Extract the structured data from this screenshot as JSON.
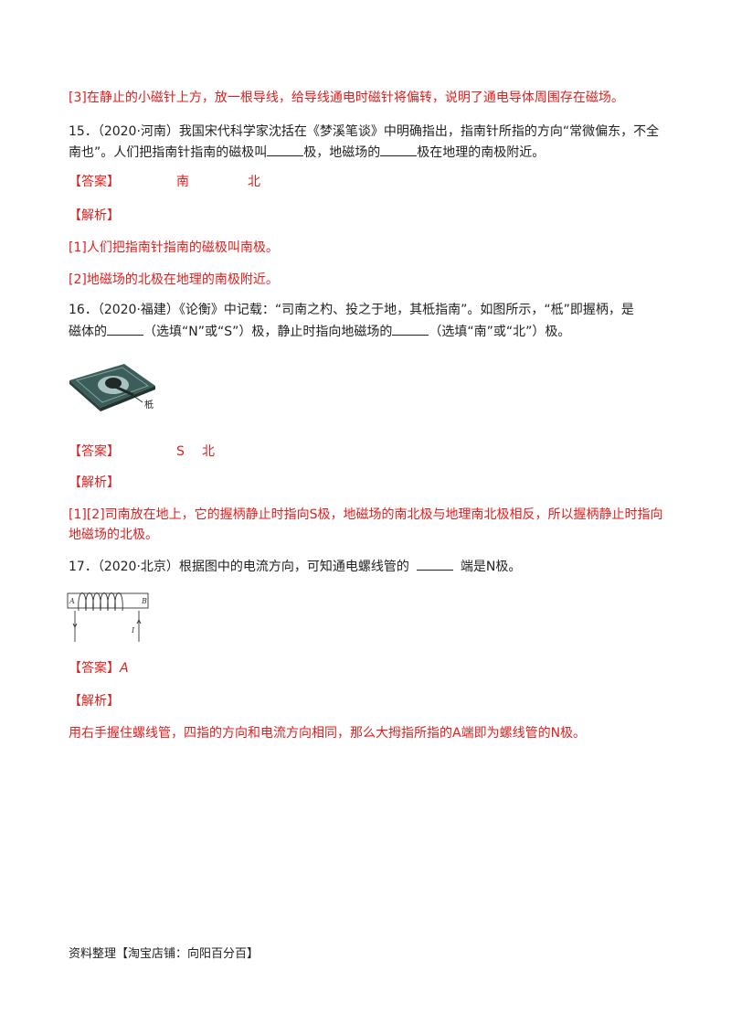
{
  "q14_tail": {
    "note": "[3]在静止的小磁针上方，放一根导线，给导线通电时磁针将偏转，说明了通电导体周围存在磁场。"
  },
  "q15": {
    "number": "15．",
    "source": "（2020·河南）",
    "text_a": "我国宋代科学家沈括在《梦溪笔谈》中明确指出，指南针所指的方向“常微偏东，不全",
    "text_b1": "南也”。人们把指南针指南的磁极叫",
    "text_b2": "极，地磁场的",
    "text_b3": "极在地理的南极附近。",
    "answer_label": "【答案】",
    "answer_1": "南",
    "answer_2": "北",
    "analysis_label": "【解析】",
    "analysis_1": "[1]人们把指南针指南的磁极叫南极。",
    "analysis_2": "[2]地磁场的北极在地理的南极附近。"
  },
  "q16": {
    "number": "16．",
    "source": "（2020·福建）",
    "text_a": "《论衡》中记载：“司南之杓、投之于地，其柢指南”。如图所示，“柢”即握柄，是",
    "text_b1": "磁体的",
    "text_b2": "（选填“N”或“S”）极，静止时指向地磁场的",
    "text_b3": "（选填“南”或“北”）极。",
    "figure_label": "柢",
    "answer_label": "【答案】",
    "answer_1": "S",
    "answer_2": "北",
    "analysis_label": "【解析】",
    "analysis_1": "[1][2]司南放在地上，它的握柄静止时指向S极，地磁场的南北极与地理南北极相反，所以握柄静止时指向",
    "analysis_2": "地磁场的北极。"
  },
  "q17": {
    "number": "17．",
    "source": "（2020·北京）",
    "text_a": "根据图中的电流方向，可知通电螺线管的",
    "text_b": "端是N极。",
    "figure_A": "A",
    "figure_B": "B",
    "figure_I": "I",
    "answer_label": "【答案】",
    "answer_1": "A",
    "analysis_label": "【解析】",
    "analysis_1": "用右手握住螺线管，四指的方向和电流方向相同，那么大拇指所指的A端即为螺线管的N极。"
  },
  "footer": {
    "text": "资料整理【淘宝店铺：向阳百分百】"
  }
}
